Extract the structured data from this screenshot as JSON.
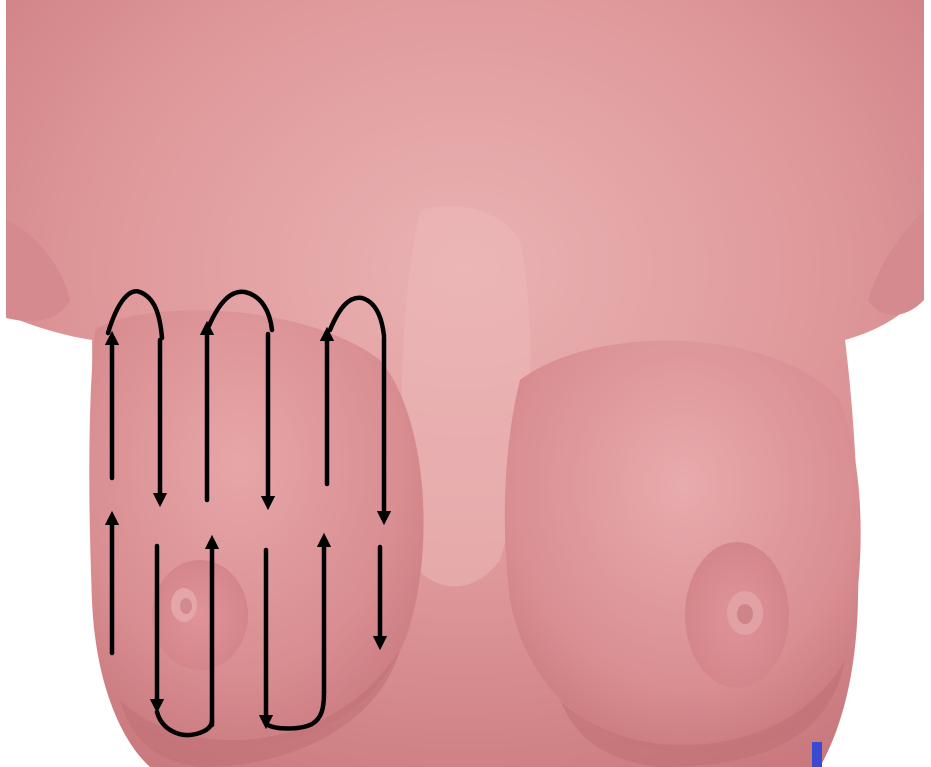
{
  "image": {
    "description_free": true
  },
  "overlay": {
    "stroke_color": "#000000",
    "pattern": "vertical-strip",
    "columns": 3,
    "rows": 2
  },
  "palette": {
    "background": "#ffffff",
    "skin_light": "#e6a3a3",
    "skin_mid": "#d98d90",
    "skin_shadow": "#c27276",
    "areola": "#d9868c",
    "nipple": "#e2a1a4",
    "garment": "#3b4bd1"
  }
}
